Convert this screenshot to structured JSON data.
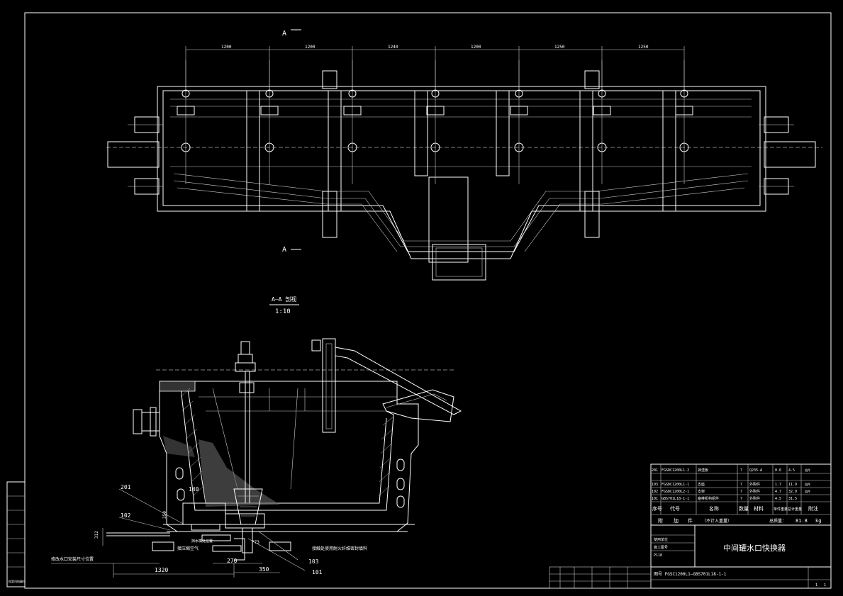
{
  "view_labels": {
    "section_mark_top": "A",
    "section_mark_bottom": "A",
    "section_title": "A—A 剖视",
    "section_scale": "1:10"
  },
  "plan_dimensions": [
    "1200",
    "1200",
    "1240",
    "1200",
    "1250",
    "1250"
  ],
  "section_dimensions": {
    "left_height": "312",
    "height_2": "350",
    "d140": "140",
    "d270": "270",
    "d350": "350",
    "d1320": "1320"
  },
  "callouts": [
    "201",
    "102",
    "103",
    "101"
  ],
  "section_notes": {
    "nozzle_note": "挡水嘴处位置",
    "bottom_note_left": "修改水口安装尺寸位置",
    "bottom_note_center": "接压缩空气",
    "bottom_note_right": "接触处使用耐火纤维密封填料",
    "bottom_note_p": "P73"
  },
  "parts_list": {
    "rows": [
      {
        "no": "201",
        "code": "FGSDC1200L1-2",
        "name": "挡渣板",
        "qty": "7",
        "material": "Q235-A",
        "unit": "0.6",
        "total": "4.5",
        "note": "组件"
      },
      {
        "no": "103",
        "code": "FGSDC1200L1-1",
        "name": "支座",
        "qty": "7",
        "material": "外购件",
        "unit": "1.7",
        "total": "11.9",
        "note": "组件"
      },
      {
        "no": "102",
        "code": "FGSDC1200L2-1",
        "name": "支架",
        "qty": "7",
        "material": "外购件",
        "unit": "4.7",
        "total": "32.9",
        "note": "组件"
      },
      {
        "no": "101",
        "code": "GBS701L18-1-1",
        "name": "塞棒机构组件",
        "qty": "7",
        "material": "外购件",
        "unit": "4.5",
        "total": "31.5",
        "note": ""
      }
    ],
    "header": [
      "序号",
      "代号",
      "名称",
      "数量",
      "材料",
      "单件重量",
      "总计重量",
      "附注"
    ],
    "sub_header": [
      "附",
      "加",
      "件",
      "（不计入重量）",
      "总质量：",
      "81.8",
      "kg"
    ]
  },
  "title_block": {
    "drawing_title": "中间罐水口快换器",
    "drawing_number": "图号  FGSC1200L1—GBS701L18-1-1",
    "left_cells": [
      "使用单位",
      "施工图号",
      "P118"
    ],
    "sheet": "1",
    "sheets": "1"
  },
  "stamp_text": "档案归档编号"
}
